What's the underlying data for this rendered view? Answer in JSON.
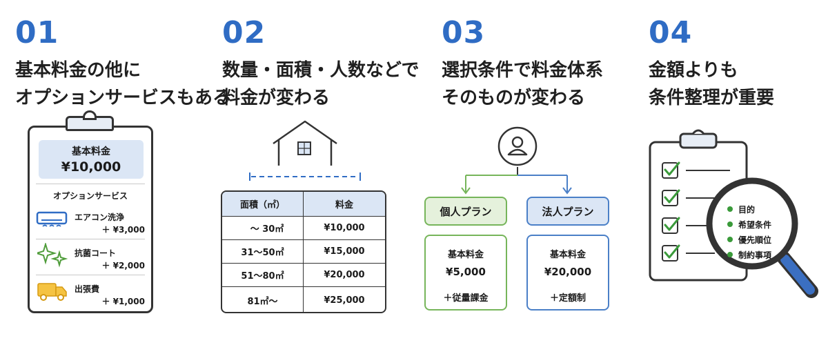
{
  "steps": [
    {
      "num": "01",
      "line1": "基本料金の他に",
      "line2": "オプションサービスもある"
    },
    {
      "num": "02",
      "line1": "数量・面積・人数などで",
      "line2": "料金が変わる"
    },
    {
      "num": "03",
      "line1": "選択条件で料金体系",
      "line2": "そのものが変わる"
    },
    {
      "num": "04",
      "line1": "金額よりも",
      "line2": "条件整理が重要"
    }
  ],
  "basic": {
    "label": "基本料金",
    "price": "¥10,000"
  },
  "options": {
    "title": "オプションサービス",
    "items": [
      {
        "name": "エアコン洗浄",
        "price": "＋ ¥3,000",
        "icon": "air-conditioner-icon"
      },
      {
        "name": "抗菌コート",
        "price": "＋ ¥2,000",
        "icon": "sparkle-icon"
      },
      {
        "name": "出張費",
        "price": "＋ ¥1,000",
        "icon": "truck-icon"
      }
    ]
  },
  "area_table": {
    "headers": [
      "面積（㎡）",
      "料金"
    ],
    "rows": [
      [
        "　〜 30㎡",
        "¥10,000"
      ],
      [
        "31〜50㎡",
        "¥15,000"
      ],
      [
        "51〜80㎡",
        "¥20,000"
      ],
      [
        "81㎡〜",
        "¥25,000"
      ]
    ]
  },
  "plans": [
    {
      "name": "個人プラン",
      "base": "基本料金",
      "price": "¥5,000",
      "extra": "＋従量課金",
      "color": "#76b55a"
    },
    {
      "name": "法人プラン",
      "base": "基本料金",
      "price": "¥20,000",
      "extra": "＋定額制",
      "color": "#4a7fc7"
    }
  ],
  "conditions": [
    "目的",
    "希望条件",
    "優先順位",
    "制約事項"
  ],
  "colors": {
    "accent": "#2f6cc4",
    "green": "#76b55a",
    "blue": "#4a7fc7",
    "light_blue": "#dbe6f5"
  }
}
